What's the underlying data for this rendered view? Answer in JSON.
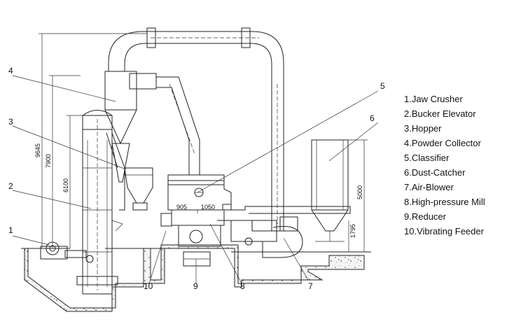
{
  "legend": [
    "1.Jaw Crusher",
    "2.Bucker Elevator",
    "3.Hopper",
    "4.Powder Collector",
    "5.Classifier",
    "6.Dust-Catcher",
    "7.Air-Blower",
    "8.High-pressure Mill",
    "9.Reducer",
    "10.Vibrating Feeder"
  ],
  "callouts": {
    "n1": "1",
    "n2": "2",
    "n3": "3",
    "n4": "4",
    "n5": "5",
    "n6": "6",
    "n7": "7",
    "n8": "8",
    "n9": "9",
    "n10": "10"
  },
  "dimensions": {
    "total_height": "9645",
    "elevator_height": "7900",
    "mid_height": "6100",
    "mill_left": "905",
    "mill_right": "1050",
    "catcher_height": "5000",
    "catcher_base": "1795"
  }
}
